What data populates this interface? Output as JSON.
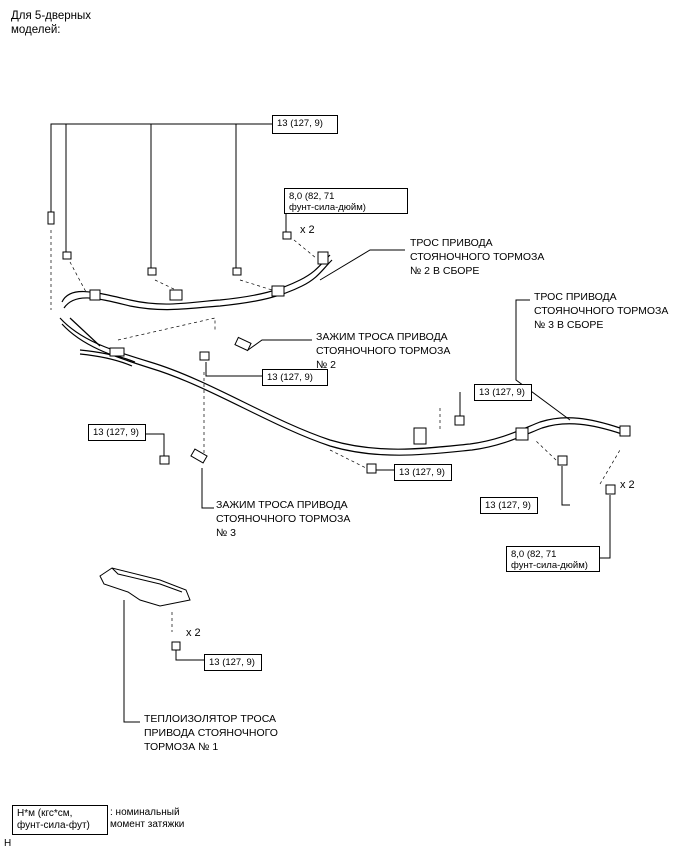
{
  "header": {
    "line1": "Для 5-дверных",
    "line2": "моделей:"
  },
  "torque": {
    "t13": "13 (127, 9)",
    "t8": "8,0 (82, 71\nфунт-сила-дюйм)"
  },
  "multiplier": "x 2",
  "labels": {
    "cable2": "ТРОС ПРИВОДА\nСТОЯНОЧНОГО ТОРМОЗА\n№ 2 В СБОРЕ",
    "cable3": "ТРОС ПРИВОДА\nСТОЯНОЧНОГО ТОРМОЗА\n№ 3 В СБОРЕ",
    "clamp2": "ЗАЖИМ ТРОСА ПРИВОДА\nСТОЯНОЧНОГО ТОРМОЗА\n№ 2",
    "clamp3": "ЗАЖИМ ТРОСА ПРИВОДА\nСТОЯНОЧНОГО ТОРМОЗА\n№ 3",
    "insulator": "ТЕПЛОИЗОЛЯТОР ТРОСА\nПРИВОДА СТОЯНОЧНОГО\nТОРМОЗА № 1"
  },
  "legend": {
    "box": "Н*м (кгс*см,\nфунт-сила-фут)",
    "desc": ": номинальный\nмомент затяжки"
  },
  "corner_mark": "H"
}
